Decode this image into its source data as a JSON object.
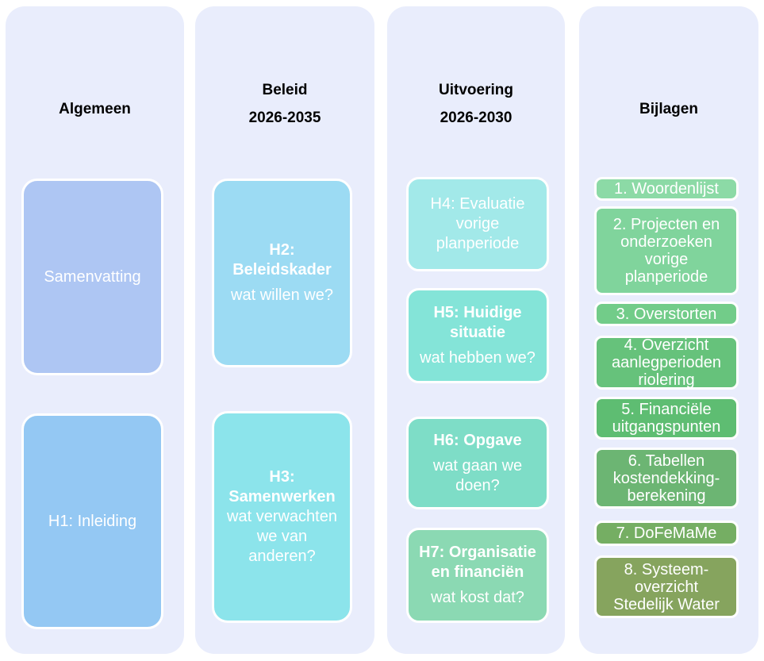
{
  "diagram": {
    "columns": [
      {
        "title": "Algemeen",
        "bg": "#e9edfc",
        "boxes": [
          {
            "text": "Samenvatting",
            "color": "#aec6f3"
          },
          {
            "text": "H1: Inleiding",
            "color": "#94c8f3"
          }
        ]
      },
      {
        "title": "Beleid\n2026-2035",
        "bg": "#e9edfc",
        "boxes": [
          {
            "heading": "H2:\nBeleidskader",
            "question": "wat willen we?",
            "color": "#9cdbf3"
          },
          {
            "heading": "H3:\nSamenwerken",
            "question": "wat verwachten\nwe van\nanderen?",
            "color": "#8ce4eb"
          }
        ]
      },
      {
        "title": "Uitvoering\n2026-2030",
        "bg": "#e9edfc",
        "boxes": [
          {
            "text": "H4: Evaluatie\nvorige\nplanperiode",
            "color": "#a2e9e9"
          },
          {
            "heading": "H5: Huidige\nsituatie",
            "question": "wat hebben we?",
            "color": "#84e4d8"
          },
          {
            "heading": "H6: Opgave",
            "question": "wat gaan we\ndoen?",
            "color": "#7eddc7"
          },
          {
            "heading": "H7: Organisatie\nen financiën",
            "question": "wat kost dat?",
            "color": "#8bd9b3"
          }
        ]
      },
      {
        "title": "Bijlagen",
        "bg": "#e9edfc",
        "boxes": [
          {
            "text": "1. Woordenlijst",
            "color": "#8cdaa6"
          },
          {
            "text": "2. Projecten en\nonderzoeken\nvorige\nplanperiode",
            "color": "#80d49c"
          },
          {
            "text": "3. Overstorten",
            "color": "#72cc89"
          },
          {
            "text": "4. Overzicht\naanlegperioden\nriolering",
            "color": "#66c27b"
          },
          {
            "text": "5. Financiële\nuitgangspunten",
            "color": "#5ebd72"
          },
          {
            "text": "6. Tabellen\nkostendekking-\nberekening",
            "color": "#6cb573"
          },
          {
            "text": "7. DoFeMaMe",
            "color": "#75ae63"
          },
          {
            "text": "8. Systeem-\noverzicht\nStedelijk Water",
            "color": "#86a45e"
          }
        ]
      }
    ]
  }
}
